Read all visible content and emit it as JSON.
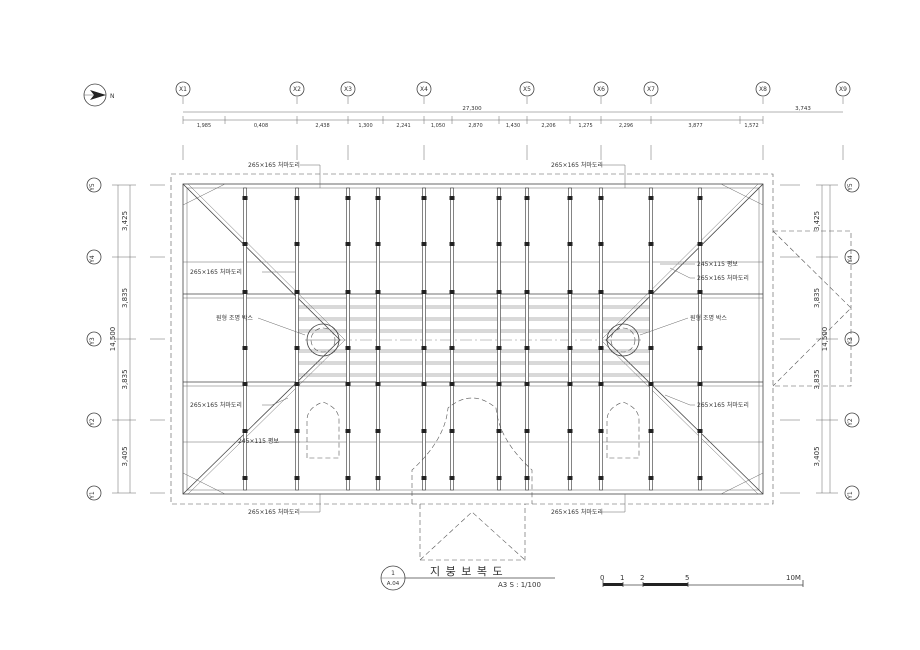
{
  "grid_x": [
    "X1",
    "X2",
    "X3",
    "X4",
    "X5",
    "X6",
    "X7",
    "X8",
    "X9"
  ],
  "grid_y": [
    "Y5",
    "Y4",
    "Y3",
    "Y2",
    "Y1"
  ],
  "top_dims": [
    "1,985",
    "0,408",
    "2,438",
    "1,300",
    "2,241",
    "1,050",
    "2,870",
    "1,430",
    "2,206",
    "1,275",
    "2,296",
    "3,877",
    "1,572"
  ],
  "top_total": "27,300",
  "top_extra": "3,743",
  "left_dims": [
    "3,425",
    "3,835",
    "3,835",
    "3,405"
  ],
  "left_total": "14,500",
  "right_dims": [
    "3,425",
    "3,835",
    "3,835",
    "3,405"
  ],
  "right_total": "14,500",
  "labels": {
    "eave_top_left": "265×165 처마도리",
    "eave_top_right": "265×165 처마도리",
    "eave_left_upper": "265×165 처마도리",
    "eave_left_lower": "265×165 처마도리",
    "eave_right_upper": "265×165 처마도리",
    "eave_right_lower": "265×165 처마도리",
    "eave_bottom_left": "265×165 처마도리",
    "eave_bottom_right": "265×165 처마도리",
    "beam_upper": "245×115 평보",
    "beam_lower": "245×115 평보",
    "light_left": "원형 조명 박스",
    "light_right": "원형 조명 박스"
  },
  "title": {
    "number": "1",
    "sheet": "A.04",
    "name": "지 붕 보 복 도",
    "scale": "A3 S : 1/100"
  },
  "scale_bar": [
    "0",
    "1",
    "2",
    "5",
    "10M"
  ],
  "north_label": "N"
}
